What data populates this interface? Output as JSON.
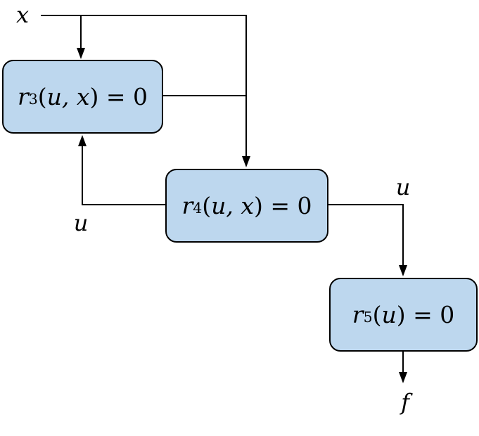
{
  "diagram": {
    "title": "residual-equations-block-diagram",
    "boxes": [
      {
        "id": "r3",
        "base": "r",
        "sub": "3",
        "pre": "(",
        "vars": "u, x",
        "post": ") = 0"
      },
      {
        "id": "r4",
        "base": "r",
        "sub": "4",
        "pre": "(",
        "vars": "u, x",
        "post": ") = 0"
      },
      {
        "id": "r5",
        "base": "r",
        "sub": "5",
        "pre": "(",
        "vars": "u",
        "post": ") = 0"
      }
    ],
    "labels": {
      "input": "x",
      "feedback": "u",
      "coupling": "u",
      "output": "f"
    },
    "colors": {
      "box_fill": "#BDD7EE",
      "box_border": "#000000",
      "line": "#000000",
      "background": "#FFFFFF"
    }
  }
}
